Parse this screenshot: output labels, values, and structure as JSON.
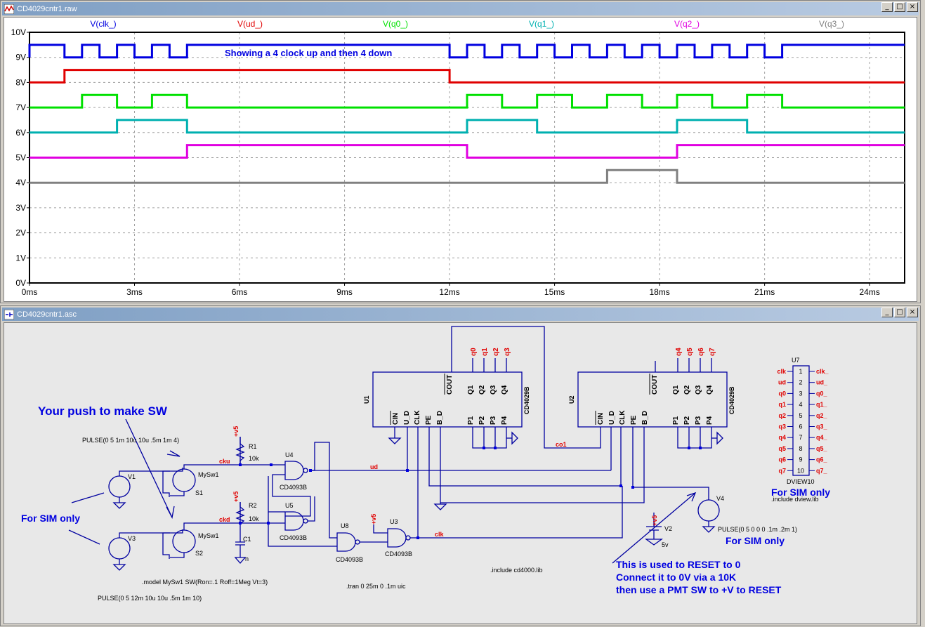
{
  "wave_window": {
    "title": "CD4029cntr1.raw",
    "traces": [
      "V(clk_)",
      "V(ud_)",
      "V(q0_)",
      "V(q1_)",
      "V(q2_)",
      "V(q3_)"
    ],
    "trace_colors": [
      "#0000e0",
      "#e00000",
      "#00e000",
      "#00b0b0",
      "#e000e0",
      "#808080"
    ],
    "annotation": "Showing a 4 clock up and then 4 down"
  },
  "chart_data": {
    "type": "line",
    "x_unit": "ms",
    "xlim": [
      0,
      25
    ],
    "ylim": [
      0,
      10
    ],
    "x_ticks": [
      "0ms",
      "3ms",
      "6ms",
      "9ms",
      "12ms",
      "15ms",
      "18ms",
      "21ms",
      "24ms"
    ],
    "y_ticks": [
      "0V",
      "1V",
      "2V",
      "3V",
      "4V",
      "5V",
      "6V",
      "7V",
      "8V",
      "9V",
      "10V"
    ],
    "grid": true,
    "series": [
      {
        "name": "V(clk_)",
        "low": 9,
        "high": 9.5,
        "high_intervals": [
          [
            0,
            1
          ],
          [
            1.5,
            2
          ],
          [
            2.5,
            3
          ],
          [
            3.5,
            4
          ],
          [
            4.5,
            12
          ],
          [
            12.5,
            13
          ],
          [
            13.5,
            14
          ],
          [
            14.5,
            15
          ],
          [
            15.5,
            16
          ],
          [
            16.5,
            17
          ],
          [
            17.5,
            18
          ],
          [
            18.5,
            19
          ],
          [
            19.5,
            20
          ],
          [
            20.5,
            21
          ],
          [
            21.5,
            25
          ]
        ]
      },
      {
        "name": "V(ud_)",
        "low": 8,
        "high": 8.5,
        "high_intervals": [
          [
            1,
            12
          ]
        ]
      },
      {
        "name": "V(q0_)",
        "low": 7,
        "high": 7.5,
        "high_intervals": [
          [
            1.5,
            2.5
          ],
          [
            3.5,
            4.5
          ],
          [
            12.5,
            13.5
          ],
          [
            14.5,
            15.5
          ],
          [
            16.5,
            17.5
          ],
          [
            18.5,
            19.5
          ],
          [
            20.5,
            21.5
          ]
        ]
      },
      {
        "name": "V(q1_)",
        "low": 6,
        "high": 6.5,
        "high_intervals": [
          [
            2.5,
            4.5
          ],
          [
            12.5,
            14.5
          ],
          [
            18.5,
            20.5
          ]
        ]
      },
      {
        "name": "V(q2_)",
        "low": 5,
        "high": 5.5,
        "high_intervals": [
          [
            4.5,
            12.5
          ],
          [
            18.5,
            25
          ]
        ]
      },
      {
        "name": "V(q3_)",
        "low": 4,
        "high": 4.5,
        "high_intervals": [
          [
            16.5,
            18.5
          ]
        ]
      }
    ]
  },
  "schem_window": {
    "title": "CD4029cntr1.asc",
    "note_push": "Your push to make SW",
    "note_sim1": "For SIM only",
    "note_sim2": "For SIM only",
    "note_sim3": "For SIM only",
    "reset1": "This is used to RESET to 0",
    "reset2": "Connect it to 0V via a 10K",
    "reset3": "then use a PMT SW to +V to RESET",
    "pulse1": "PULSE(0 5 1m 10u 10u .5m 1m 4)",
    "pulse2": "PULSE(0 5 12m 10u 10u .5m 1m 10)",
    "pulse3": "PULSE(0 5 0 0 0 .1m .2m 1)",
    "model": ".model MySw1  SW(Ron=.1 Roff=1Meg Vt=3)",
    "tran": ".tran 0 25m 0 .1m uic",
    "include1": ".include cd4000.lib",
    "include2": ".include dview.lib",
    "u7": "U7",
    "dview": "DVIEW10",
    "dview_left": [
      "clk",
      "ud",
      "q0",
      "q1",
      "q2",
      "q3",
      "q4",
      "q5",
      "q6",
      "q7"
    ],
    "dview_nums": [
      "1",
      "2",
      "3",
      "4",
      "5",
      "6",
      "7",
      "8",
      "9",
      "10"
    ],
    "dview_right": [
      "clk_",
      "ud_",
      "q0_",
      "q1_",
      "q2_",
      "q3_",
      "q4_",
      "q5_",
      "q6_",
      "q7_"
    ],
    "v1": "V1",
    "v2": "V2",
    "v3": "V3",
    "v4": "V4",
    "s1": "S1",
    "s2": "S2",
    "sw1": "MySw1",
    "sw2": "MySw1",
    "r1": "R1",
    "r2": "R2",
    "r1v": "10k",
    "r2v": "10k",
    "c1": "C1",
    "c1v": "n",
    "u4": "U4",
    "u5": "U5",
    "u8": "U8",
    "u3": "U3",
    "u1": "U1",
    "u2": "U2",
    "cd4093": "CD4093B",
    "cd4029": "CD4029B",
    "plus5": "+v5",
    "v2v": "5v",
    "net_cku": "cku",
    "net_ckd": "ckd",
    "net_ud": "ud",
    "net_clk": "clk",
    "net_co1": "co1",
    "q_labels_u1": [
      "q0",
      "q1",
      "q2",
      "q3"
    ],
    "q_labels_u2": [
      "q4",
      "q5",
      "q6",
      "q7"
    ],
    "pins_top": [
      "COUT",
      "Q1",
      "Q2",
      "Q3",
      "Q4"
    ],
    "pins_bot": [
      "CIN",
      "U_D",
      "CLK",
      "PE",
      "B_D",
      "P1",
      "P2",
      "P3",
      "P4"
    ]
  }
}
